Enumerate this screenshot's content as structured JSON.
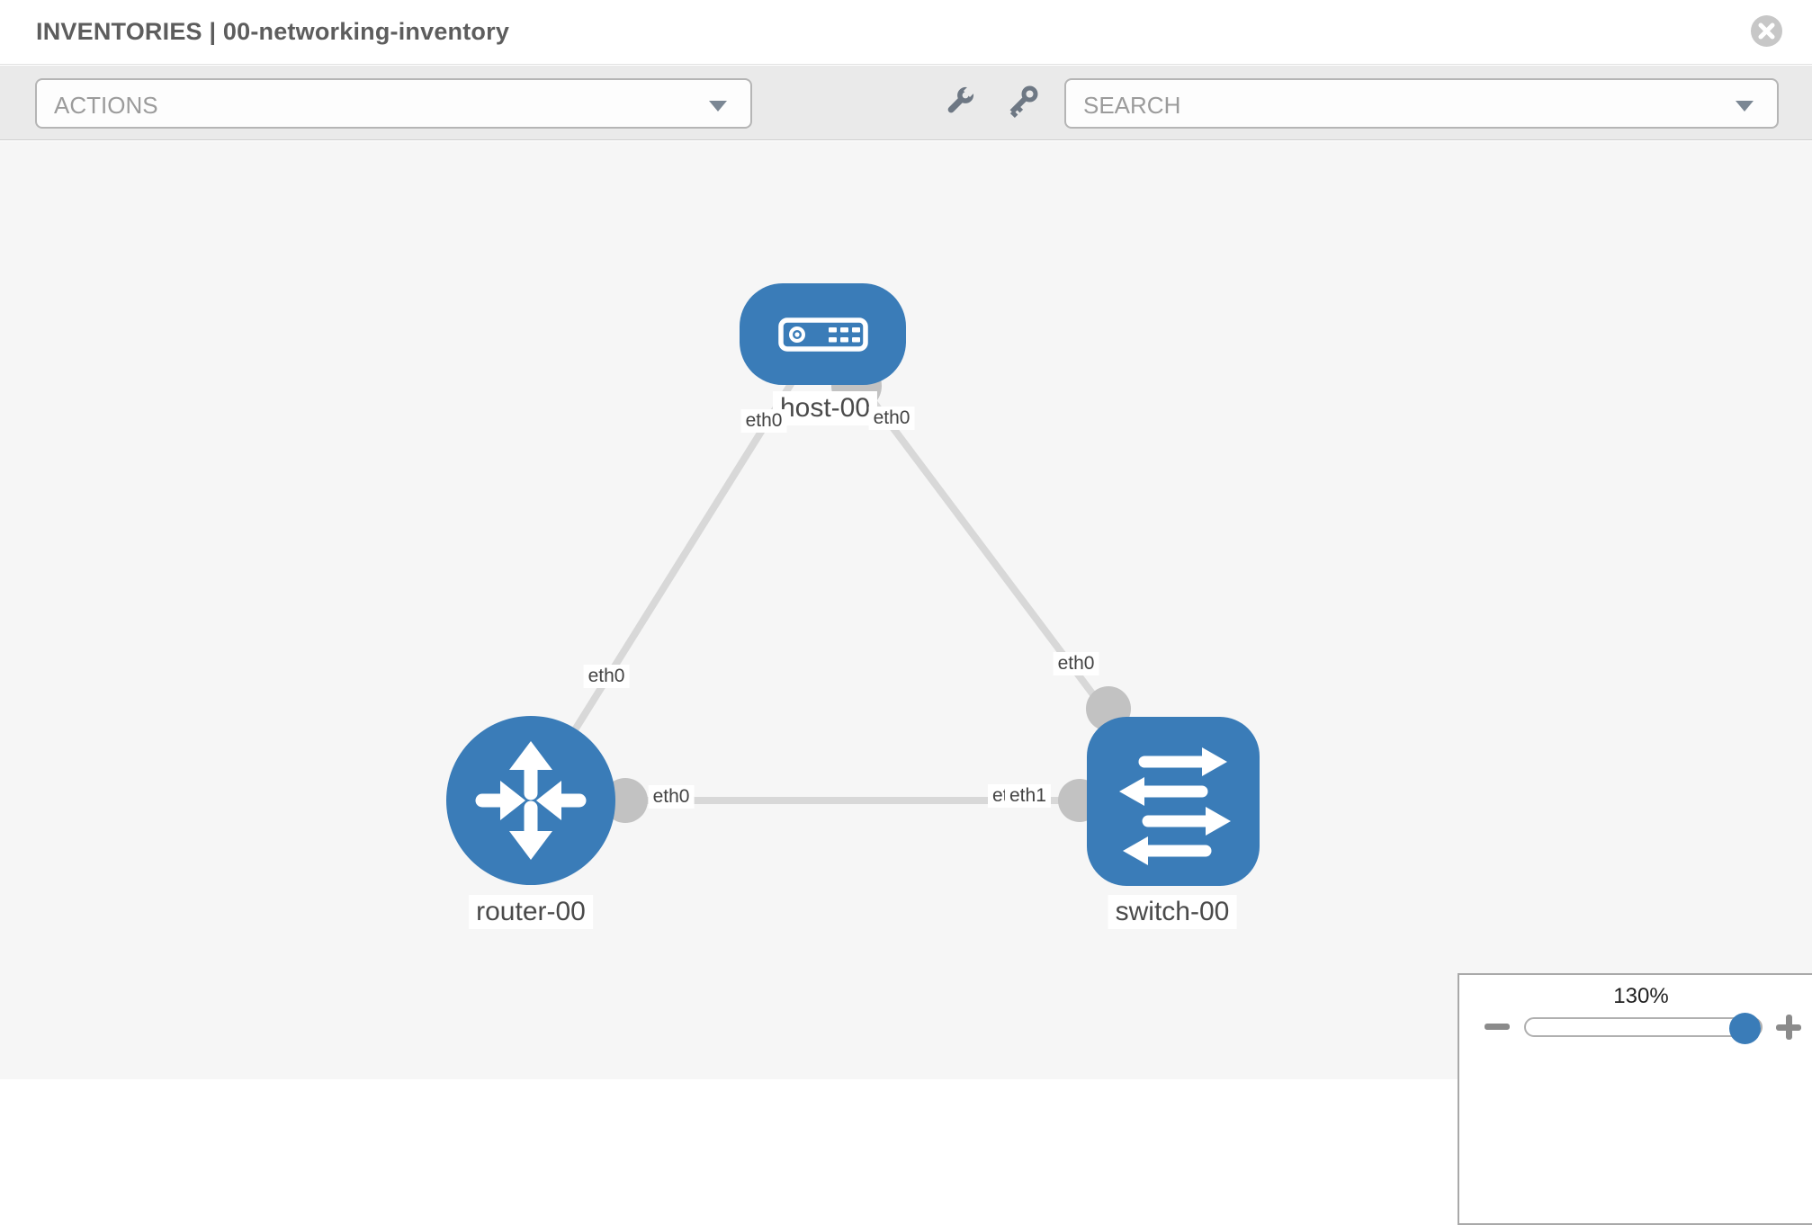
{
  "header": {
    "title": "INVENTORIES | 00-networking-inventory",
    "close_icon": "close-icon"
  },
  "toolbar": {
    "actions_label": "ACTIONS",
    "search_placeholder": "SEARCH",
    "icons": [
      "wrench-icon",
      "key-icon",
      "chevron-down-icon"
    ]
  },
  "topology": {
    "nodes": [
      {
        "label": "host-00",
        "type": "host",
        "shape": "rounded-rect"
      },
      {
        "label": "router-00",
        "type": "router",
        "shape": "circle"
      },
      {
        "label": "switch-00",
        "type": "switch",
        "shape": "rounded-square"
      }
    ],
    "links": [
      {
        "from": "host-00",
        "to": "router-00",
        "from_iface": "eth0",
        "to_iface": "eth0"
      },
      {
        "from": "host-00",
        "to": "switch-00",
        "from_iface": "eth0",
        "to_iface": "eth0"
      },
      {
        "from": "router-00",
        "to": "switch-00",
        "from_iface": "eth0",
        "to_iface": "eth1"
      }
    ],
    "iface_labels": [
      {
        "text": "eth0",
        "pos": "host-left"
      },
      {
        "text": "eth0",
        "pos": "host-right"
      },
      {
        "text": "eth0",
        "pos": "router-top"
      },
      {
        "text": "eth0",
        "pos": "switch-top"
      },
      {
        "text": "eth0",
        "pos": "link-left"
      },
      {
        "text": "eth0",
        "pos": "link-right-back"
      },
      {
        "text": "eth1",
        "pos": "link-right-front"
      }
    ]
  },
  "zoom_control": {
    "value": "130%",
    "minus_icon": "zoom-out-icon",
    "plus_icon": "zoom-in-icon"
  },
  "colors": {
    "node_blue": "#3a7cb8",
    "link_gray": "#d8d8d8",
    "connector_gray": "#c2c2c2",
    "toolbar_bg": "#eaeaea",
    "canvas_bg": "#f6f6f6",
    "title_text": "#5d5d5d",
    "placeholder_text": "#9b9b9b"
  }
}
